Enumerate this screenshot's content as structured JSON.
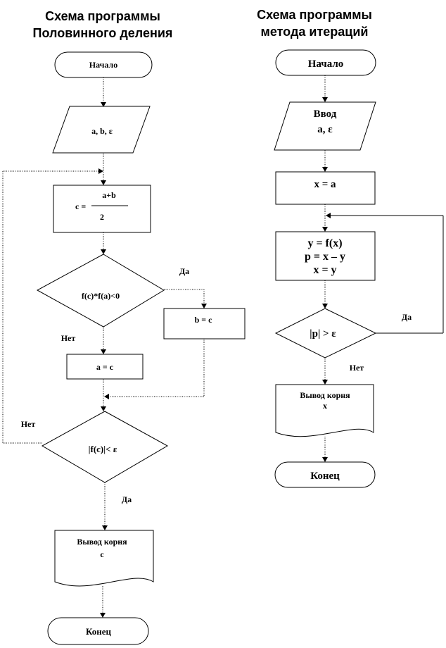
{
  "left": {
    "title_line1": "Схема программы",
    "title_line2": "Половинного  деления",
    "start": "Начало",
    "input": "a, b, ε",
    "calc_prefix": "c =",
    "calc_numerator": "a+b",
    "calc_denominator": "2",
    "cond1": "f(c)*f(a)<0",
    "cond1_yes": "Да",
    "cond1_no": "Нет",
    "assign_b": "b = c",
    "assign_a": "a = c",
    "cond2": "|f(c)|< ε",
    "cond2_no": "Нет",
    "cond2_yes": "Да",
    "output_line1": "Вывод корня",
    "output_line2": "c",
    "end": "Конец"
  },
  "right": {
    "title_line1": "Схема программы",
    "title_line2": "метода итераций",
    "start": "Начало",
    "input_line1": "Ввод",
    "input_line2": "a, ε",
    "assign": "x = a",
    "body_line1": "y = f(x)",
    "body_line2": "p = x – y",
    "body_line3": "x = y",
    "cond": "|p| > ε",
    "cond_yes": "Да",
    "cond_no": "Нет",
    "output_line1": "Вывод корня",
    "output_line2": "x",
    "end": "Конец"
  }
}
